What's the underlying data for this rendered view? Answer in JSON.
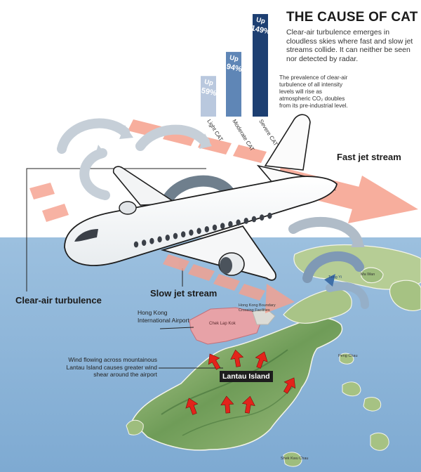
{
  "header": {
    "title": "THE CAUSE OF CAT",
    "intro": "Clear-air turbulence emerges in cloudless skies where fast and slow jet streams collide. It can neither be seen nor detected by radar.",
    "prevalence_note": "The prevalence of clear-air turbulence of all intensity levels will rise as atmospheric CO₂ doubles from its pre-industrial level."
  },
  "chart_data": {
    "type": "bar",
    "categories": [
      "Light CAT",
      "Moderate CAT",
      "Severe CAT"
    ],
    "values": [
      59,
      94,
      149
    ],
    "value_labels": [
      "59%",
      "94%",
      "149%"
    ],
    "prefix": "Up",
    "colors": [
      "#b9c8de",
      "#5f86b6",
      "#1d3f72"
    ]
  },
  "labels": {
    "fast_jet": "Fast jet stream",
    "slow_jet": "Slow jet stream",
    "clear_air": "Clear-air turbulence",
    "airport": "Hong Kong International Airport",
    "wind_note": "Wind flowing across mountainous Lantau Island causes greater wind shear around the airport",
    "lantau": "Lantau Island"
  },
  "map_labels": {
    "chek_lap_kok": "Chek Lap Kok",
    "boundary": "Hong Kong Boundary Crossing Facilities",
    "ma_wan": "Ma Wan",
    "peng_chau": "Peng Chau",
    "shek_kwu": "Shek Kwu Chau",
    "tsing_yi": "Tsing Yi"
  },
  "colors": {
    "sea": "#8fb7d9",
    "land_low": "#c9d8a8",
    "land_high": "#5f8f4e",
    "airport": "#e7a2a7",
    "jet_arrow": "#f6a08d",
    "swirl": "#c6cfd8",
    "swirl_dark": "#6f7f8d",
    "wind_arrow": "#e3241b"
  }
}
